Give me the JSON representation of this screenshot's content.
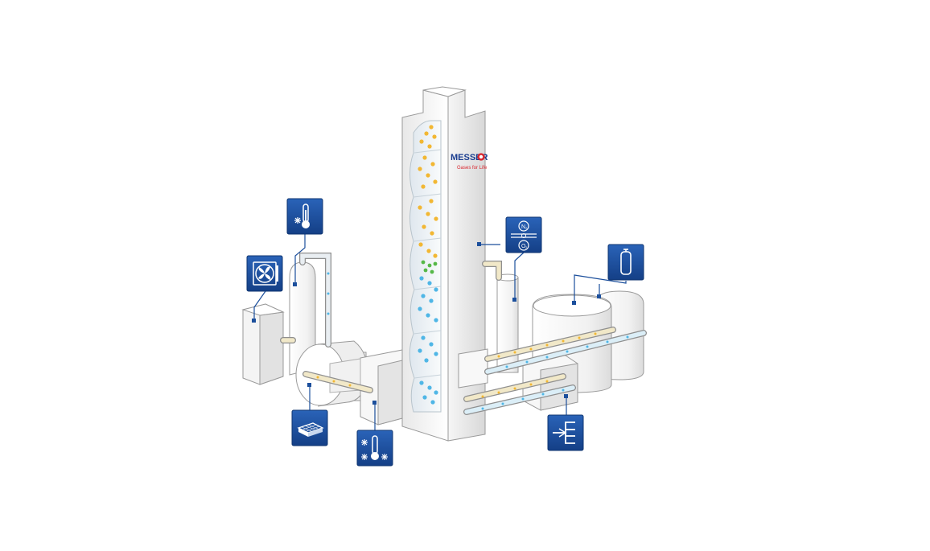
{
  "brand": {
    "name": "MESSER",
    "tagline": "Gases for Life"
  },
  "separation_icon": {
    "top_label": "N",
    "top_sub": "2",
    "bottom_label": "O",
    "bottom_sub": "2"
  },
  "colors": {
    "icon_blue": "#1c4f9c",
    "icon_blue_dark": "#123a78",
    "brand_blue": "#1a3d8f",
    "brand_red": "#d9262e",
    "nitrogen_dot": "#f2b733",
    "oxygen_dot": "#4fb6e6",
    "argon_dot": "#56b848",
    "outline": "#9a9a9a"
  },
  "icons": [
    "compressor-fan-icon",
    "cooling-thermometer-icon",
    "air-separation-n2-o2-icon",
    "storage-tank-icon",
    "adsorber-filter-icon",
    "cryogenic-thermometer-icon",
    "heat-exchanger-icon"
  ]
}
